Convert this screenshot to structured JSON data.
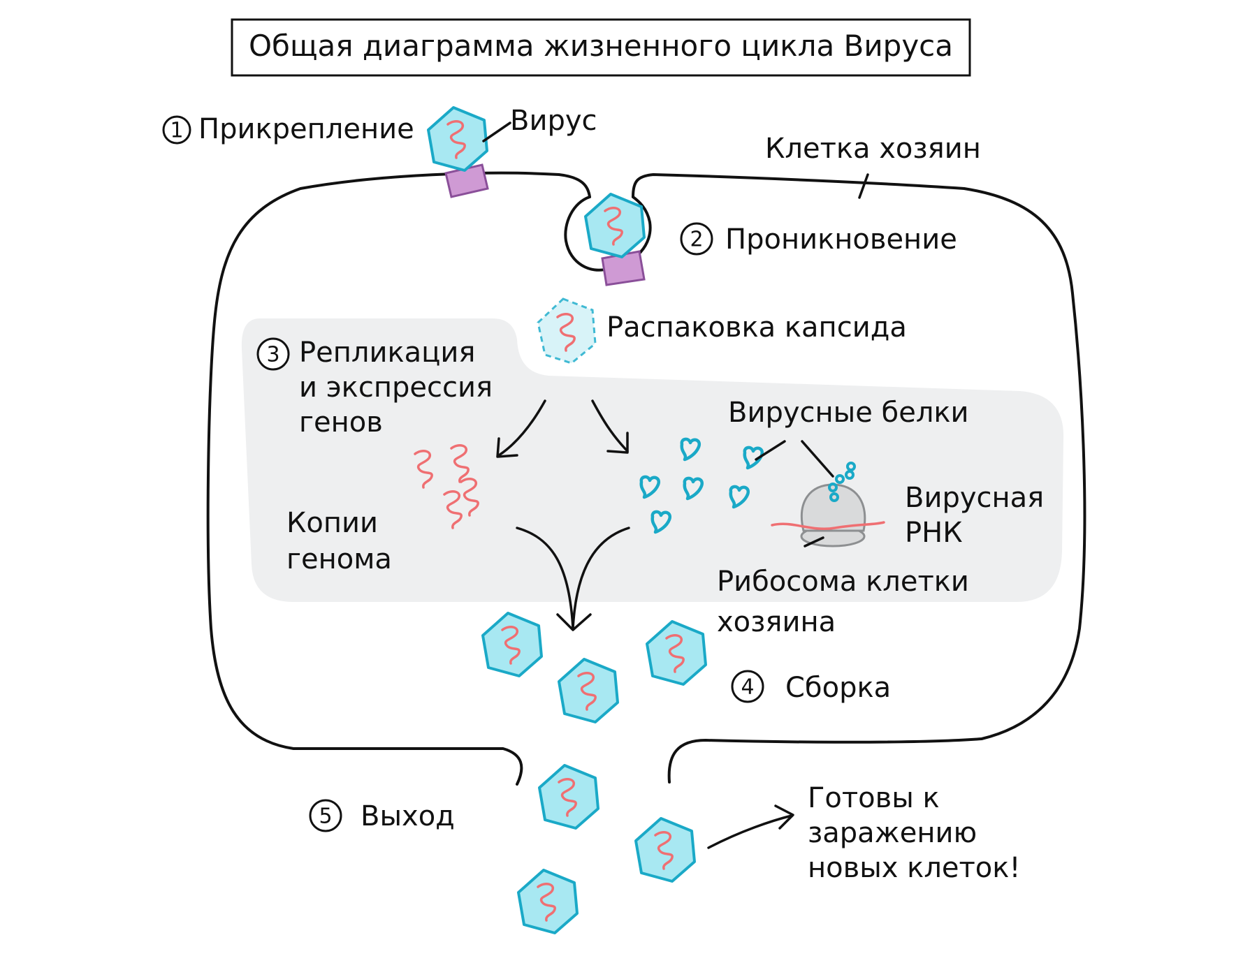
{
  "title": "Общая диаграмма жизненного цикла Вируса",
  "steps": [
    {
      "number": "1",
      "label": "Прикрепление"
    },
    {
      "number": "2",
      "label": "Проникновение"
    },
    {
      "number": "3",
      "label_lines": [
        "Репликация",
        "и экспрессия",
        "генов"
      ]
    },
    {
      "number": "4",
      "label": "Сборка"
    },
    {
      "number": "5",
      "label": "Выход"
    }
  ],
  "labels": {
    "virus": "Вирус",
    "host_cell": "Клетка хозяин",
    "uncoating": "Распаковка капсида",
    "viral_proteins": "Вирусные белки",
    "viral_rna_lines": [
      "Вирусная",
      "РНК"
    ],
    "genome_copies_lines": [
      "Копии",
      "генома"
    ],
    "ribosome_lines": [
      "Рибосома клетки",
      "хозяина"
    ],
    "ready_lines": [
      "Готовы к",
      "заражению",
      "новых клеток!"
    ]
  },
  "colors": {
    "capsid_fill": "#a8e8f2",
    "capsid_stroke": "#1aa9c7",
    "genome": "#ef6f72",
    "receptor": "#cf9ad4",
    "cytoplasm_region": "#eeeff0",
    "ribosome": "#d9dadb"
  }
}
